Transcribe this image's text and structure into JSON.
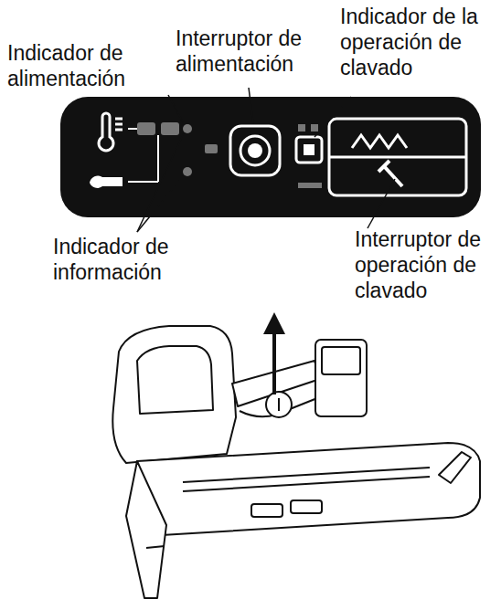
{
  "diagram": {
    "labels": [
      "Indicador de alimentación",
      "Interruptor de alimentación",
      "Indicador de la operación de clavado",
      "Indicador de información",
      "Interruptor de operación de clavado"
    ]
  }
}
